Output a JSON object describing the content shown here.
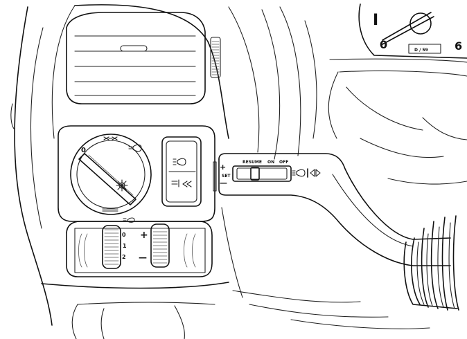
{
  "gauge": {
    "tick_upper": "I",
    "tick_zero": "0",
    "tick_six": "6",
    "odometer": "D / 59"
  },
  "headlight_switch": {
    "position_zero": "0"
  },
  "dimmer": {
    "marks": [
      "0",
      "1",
      "2"
    ]
  },
  "range_control": {
    "plus": "+",
    "minus": "—"
  },
  "cruise_stalk": {
    "plus": "+",
    "set": "SET",
    "minus": "—",
    "resume": "RESUME",
    "on": "ON",
    "off": "OFF"
  }
}
